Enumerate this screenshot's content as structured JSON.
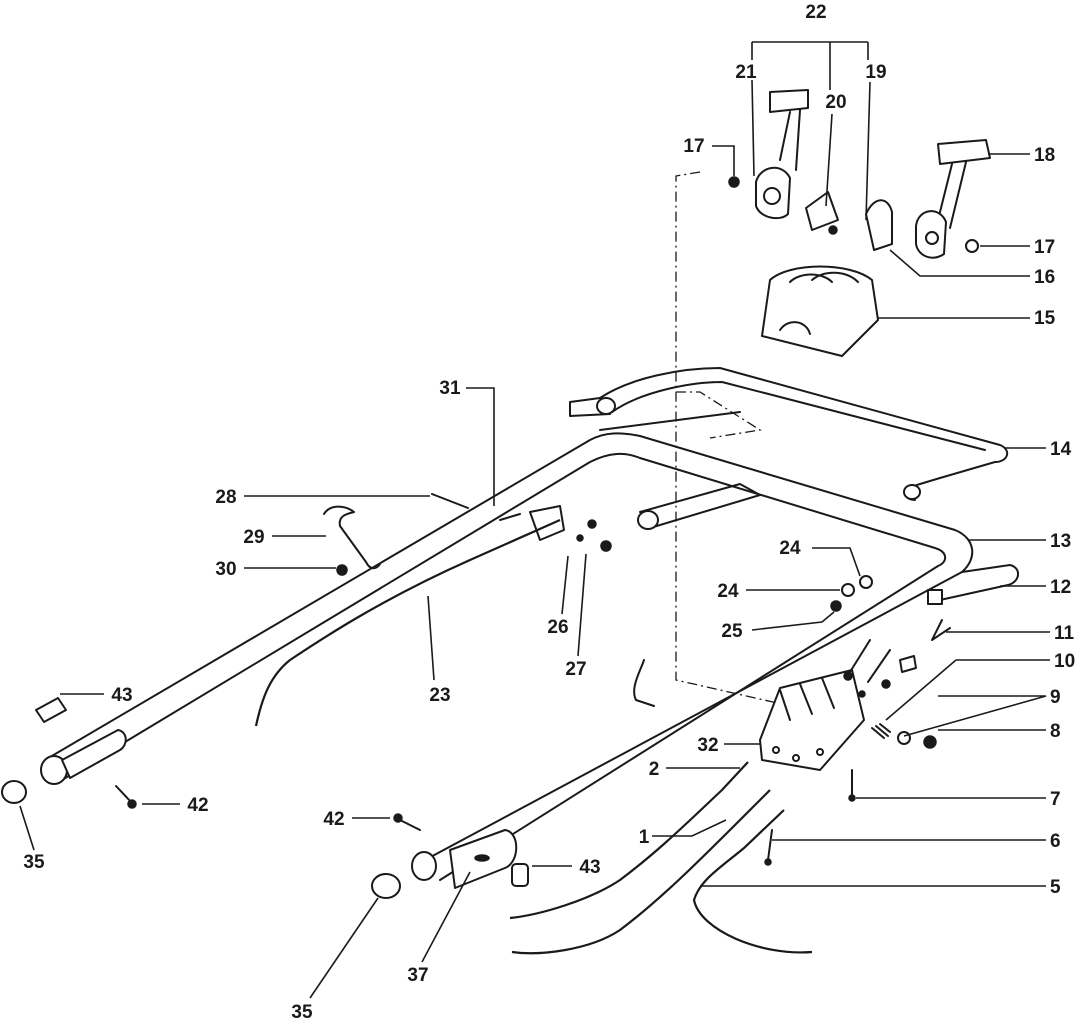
{
  "callouts": [
    {
      "id": "c22a",
      "text": "22"
    },
    {
      "id": "c21",
      "text": "21"
    },
    {
      "id": "c20",
      "text": "20"
    },
    {
      "id": "c19",
      "text": "19"
    },
    {
      "id": "c17a",
      "text": "17"
    },
    {
      "id": "c18",
      "text": "18"
    },
    {
      "id": "c17b",
      "text": "17"
    },
    {
      "id": "c16",
      "text": "16"
    },
    {
      "id": "c15",
      "text": "15"
    },
    {
      "id": "c31",
      "text": "31"
    },
    {
      "id": "c14",
      "text": "14"
    },
    {
      "id": "c28",
      "text": "28"
    },
    {
      "id": "c13",
      "text": "13"
    },
    {
      "id": "c29",
      "text": "29"
    },
    {
      "id": "c24a",
      "text": "24"
    },
    {
      "id": "c12",
      "text": "12"
    },
    {
      "id": "c30",
      "text": "30"
    },
    {
      "id": "c24b",
      "text": "24"
    },
    {
      "id": "c26",
      "text": "26"
    },
    {
      "id": "c25",
      "text": "25"
    },
    {
      "id": "c11",
      "text": "11"
    },
    {
      "id": "c27",
      "text": "27"
    },
    {
      "id": "c10",
      "text": "10"
    },
    {
      "id": "c23",
      "text": "23"
    },
    {
      "id": "c43a",
      "text": "43"
    },
    {
      "id": "c9",
      "text": "9"
    },
    {
      "id": "c8",
      "text": "8"
    },
    {
      "id": "c32",
      "text": "32"
    },
    {
      "id": "c2",
      "text": "2"
    },
    {
      "id": "c7",
      "text": "7"
    },
    {
      "id": "c42a",
      "text": "42"
    },
    {
      "id": "c42b",
      "text": "42"
    },
    {
      "id": "c1",
      "text": "1"
    },
    {
      "id": "c6",
      "text": "6"
    },
    {
      "id": "c35a",
      "text": "35"
    },
    {
      "id": "c43b",
      "text": "43"
    },
    {
      "id": "c5",
      "text": "5"
    },
    {
      "id": "c37",
      "text": "37"
    },
    {
      "id": "c35b",
      "text": "35"
    }
  ]
}
